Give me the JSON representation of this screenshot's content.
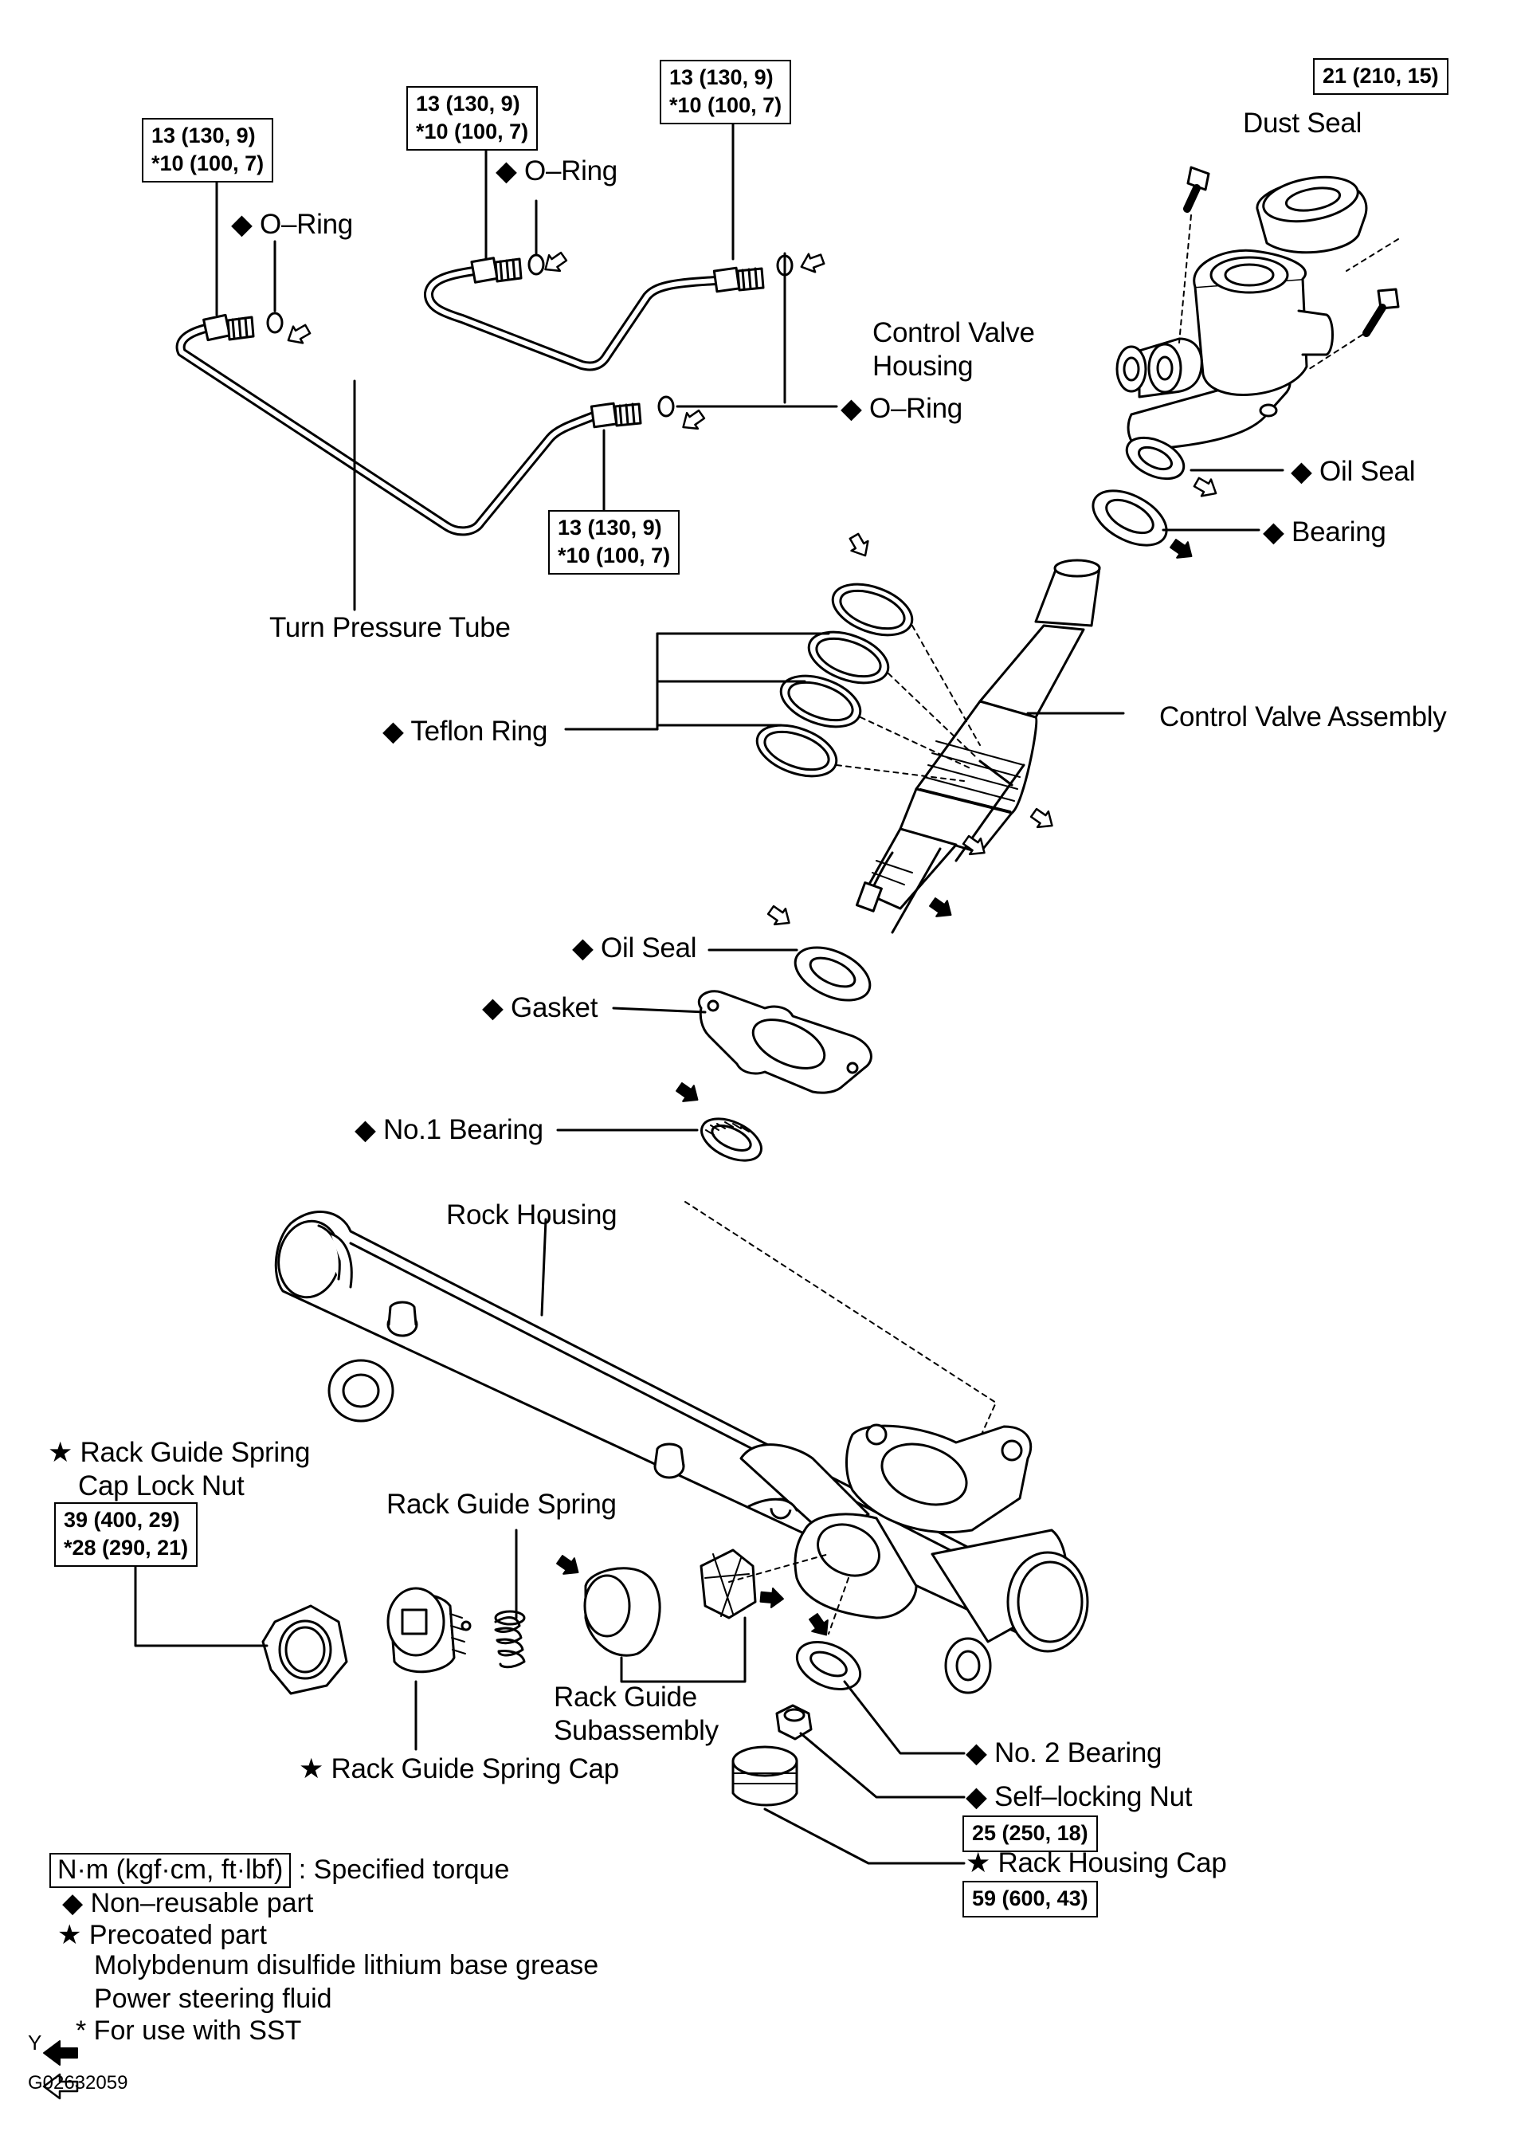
{
  "torque": {
    "left_tube_end": [
      "13 (130, 9)",
      "*10 (100, 7)"
    ],
    "upper_tube_left": [
      "13 (130, 9)",
      "*10 (100, 7)"
    ],
    "upper_tube_right": [
      "13 (130, 9)",
      "*10 (100, 7)"
    ],
    "lower_tube_end": [
      "13 (130, 9)",
      "*10 (100, 7)"
    ],
    "housing_bolts": [
      "21 (210, 15)"
    ],
    "lock_nut": [
      "39 (400, 29)",
      "*28 (290, 21)"
    ],
    "self_locking_nut": [
      "25 (250, 18)"
    ],
    "rack_housing_cap": [
      "59 (600, 43)"
    ]
  },
  "labels": {
    "oring_1": "◆ O–Ring",
    "oring_2": "◆ O–Ring",
    "oring_3": "◆ O–Ring",
    "dust_seal": "Dust Seal",
    "control_valve_housing_1": "Control Valve",
    "control_valve_housing_2": "Housing",
    "oil_seal_upper": "◆ Oil Seal",
    "bearing": "◆ Bearing",
    "turn_pressure_tube": "Turn Pressure Tube",
    "teflon_ring": "◆ Teflon Ring",
    "control_valve_assembly": "Control Valve Assembly",
    "oil_seal_lower": "◆ Oil Seal",
    "gasket": "◆ Gasket",
    "no1_bearing": "◆ No.1 Bearing",
    "rock_housing": "Rock Housing",
    "lock_nut_1": "★ Rack Guide Spring",
    "lock_nut_2": "Cap Lock Nut",
    "rack_guide_spring": "Rack Guide Spring",
    "rack_guide_sub_1": "Rack Guide",
    "rack_guide_sub_2": "Subassembly",
    "no2_bearing": "◆ No. 2 Bearing",
    "self_locking_nut": "◆ Self–locking Nut",
    "rack_housing_cap": "★ Rack Housing Cap",
    "spring_cap": "★ Rack Guide Spring Cap"
  },
  "legend": {
    "unit_box": "N·m (kgf·cm, ft·lbf)",
    "unit_desc": ": Specified torque",
    "non_reusable": "◆ Non–reusable part",
    "precoated": "★ Precoated part",
    "grease": "Molybdenum disulfide lithium base grease",
    "fluid": "Power steering fluid",
    "sst": "* For use with SST"
  },
  "footer": {
    "mark": "Y",
    "figure_id": "G02632059"
  }
}
